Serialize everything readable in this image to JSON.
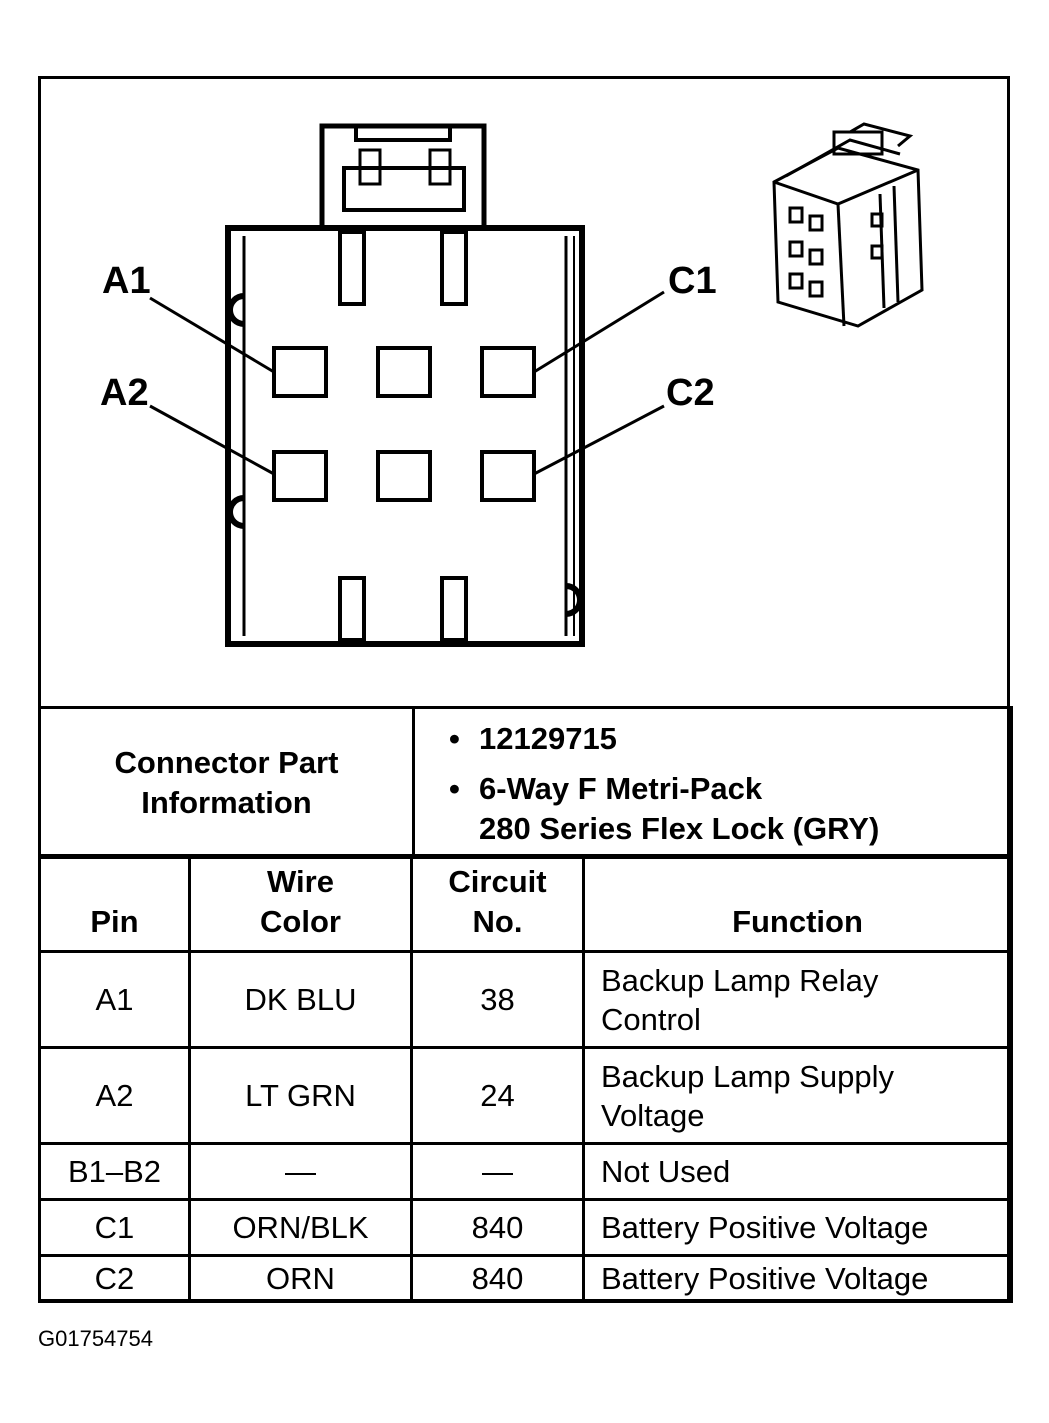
{
  "diagram": {
    "pin_labels": {
      "a1": "A1",
      "a2": "A2",
      "c1": "C1",
      "c2": "C2"
    }
  },
  "connector_info": {
    "label_line1": "Connector Part",
    "label_line2": "Information",
    "bullets": [
      {
        "bullet": "•",
        "lines": [
          "12129715"
        ]
      },
      {
        "bullet": "•",
        "lines": [
          "6-Way F Metri-Pack",
          "280 Series Flex Lock (GRY)"
        ]
      }
    ]
  },
  "pin_table": {
    "headers": {
      "pin": "Pin",
      "wire_color_1": "Wire",
      "wire_color_2": "Color",
      "circuit_1": "Circuit",
      "circuit_2": "No.",
      "function": "Function"
    },
    "rows": [
      {
        "pin": "A1",
        "wire_color": "DK BLU",
        "circuit": "38",
        "function_1": "Backup Lamp Relay",
        "function_2": "Control"
      },
      {
        "pin": "A2",
        "wire_color": "LT GRN",
        "circuit": "24",
        "function_1": "Backup Lamp Supply",
        "function_2": "Voltage"
      },
      {
        "pin": "B1–B2",
        "wire_color": "—",
        "circuit": "—",
        "function_1": "Not Used",
        "function_2": ""
      },
      {
        "pin": "C1",
        "wire_color": "ORN/BLK",
        "circuit": "840",
        "function_1": "Battery Positive Voltage",
        "function_2": ""
      },
      {
        "pin": "C2",
        "wire_color": "ORN",
        "circuit": "840",
        "function_1": "Battery Positive Voltage",
        "function_2": ""
      }
    ]
  },
  "figure_code": "G01754754"
}
